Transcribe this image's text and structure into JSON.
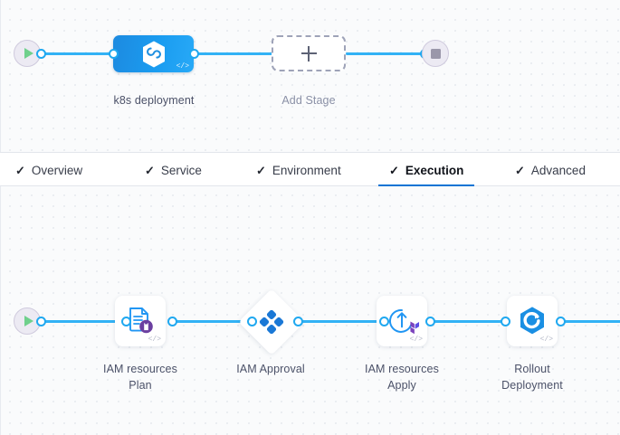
{
  "stage_pipeline": {
    "start_node": {
      "icon": "play-icon",
      "name": "pipeline-start"
    },
    "end_node": {
      "icon": "stop-icon",
      "name": "pipeline-end"
    },
    "stages": [
      {
        "label": "k8s deployment",
        "icon": "harness-hexagon-icon",
        "code_glyph": "</>"
      }
    ],
    "add_stage": {
      "label": "Add Stage",
      "icon": "plus-icon"
    }
  },
  "tabs": [
    {
      "label": "Overview",
      "check": "✓",
      "active": false
    },
    {
      "label": "Service",
      "check": "✓",
      "active": false
    },
    {
      "label": "Environment",
      "check": "✓",
      "active": false
    },
    {
      "label": "Execution",
      "check": "✓",
      "active": true
    },
    {
      "label": "Advanced",
      "check": "✓",
      "active": false
    }
  ],
  "execution_pipeline": {
    "start_node": {
      "icon": "play-icon",
      "name": "execution-start"
    },
    "steps": [
      {
        "label": "IAM resources\nPlan",
        "label_line1": "IAM resources",
        "label_line2": "Plan",
        "icon": "terraform-plan-icon",
        "code_glyph": "</>",
        "shape": "rounded"
      },
      {
        "label": "IAM Approval",
        "label_line1": "IAM Approval",
        "label_line2": "",
        "icon": "approval-diamond-icon",
        "code_glyph": "",
        "shape": "diamond"
      },
      {
        "label": "IAM resources\nApply",
        "label_line1": "IAM resources",
        "label_line2": "Apply",
        "icon": "terraform-apply-icon",
        "code_glyph": "</>",
        "shape": "rounded"
      },
      {
        "label": "Rollout\nDeployment",
        "label_line1": "Rollout",
        "label_line2": "Deployment",
        "icon": "rollout-hexagon-icon",
        "code_glyph": "</>",
        "shape": "rounded"
      }
    ]
  },
  "colors": {
    "accent_blue": "#32b2f5",
    "tab_active_underline": "#0b74d4",
    "stage_gradient_start": "#1d8ae0",
    "stage_gradient_end": "#28a9f7",
    "terraform_purple": "#6b3fa0",
    "start_play_green": "#6fd08c",
    "canvas_bg": "#fafbfc",
    "grid_dot": "#c7ced9"
  }
}
